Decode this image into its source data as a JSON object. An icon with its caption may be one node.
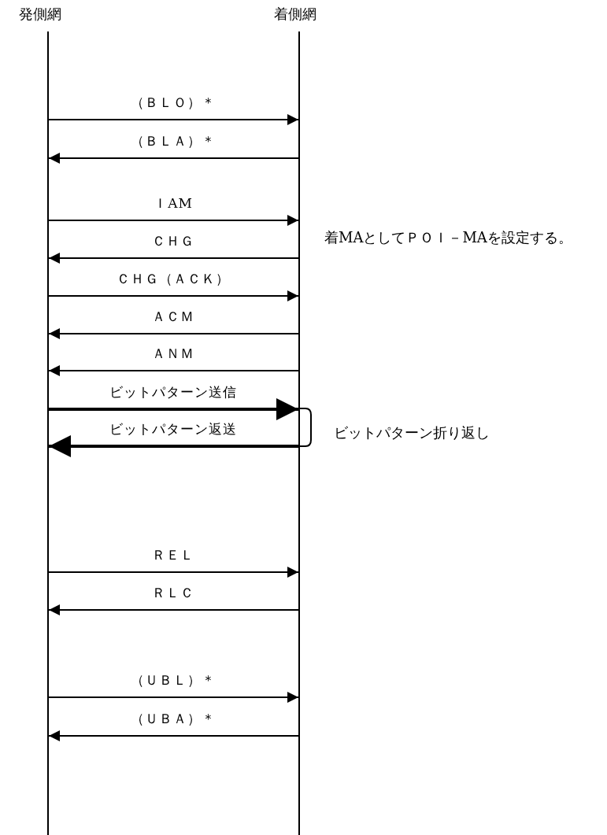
{
  "diagram": {
    "nodes": [
      {
        "text": [
          "発側網"
        ]
      },
      {
        "text": [
          "着側網"
        ]
      }
    ],
    "edges": [
      {
        "from": 0,
        "to": 1,
        "arrow": "to",
        "label": "（ＢＬＯ）＊"
      },
      {
        "from": 1,
        "to": 0,
        "arrow": "to",
        "label": "（ＢＬＡ）＊"
      },
      {
        "from": 0,
        "to": 1,
        "arrow": "to",
        "label": "ＩAM"
      },
      {
        "from": 1,
        "to": 0,
        "arrow": "to",
        "label": "ＣＨＧ"
      },
      {
        "from": 0,
        "to": 1,
        "arrow": "to",
        "label": "ＣＨＧ（ＡＣＫ）"
      },
      {
        "from": 1,
        "to": 0,
        "arrow": "to",
        "label": "ＡＣＭ"
      },
      {
        "from": 1,
        "to": 0,
        "arrow": "to",
        "label": "ＡＮＭ"
      },
      {
        "from": 0,
        "to": 1,
        "arrow": "to",
        "label": "ビットパターン送信",
        "style": "thick"
      },
      {
        "from": 1,
        "to": 0,
        "arrow": "to",
        "label": "ビットパターン返送",
        "style": "thick"
      },
      {
        "from": 0,
        "to": 1,
        "arrow": "to",
        "label": "ＲＥＬ"
      },
      {
        "from": 1,
        "to": 0,
        "arrow": "to",
        "label": "ＲＬＣ"
      },
      {
        "from": 0,
        "to": 1,
        "arrow": "to",
        "label": "（ＵＢＬ）＊"
      },
      {
        "from": 1,
        "to": 0,
        "arrow": "to",
        "label": "（ＵＢＡ）＊"
      }
    ],
    "labels": [
      "着MAとしてＰＯＩ－MAを設定する。",
      "ビットパターン折り返し"
    ]
  }
}
